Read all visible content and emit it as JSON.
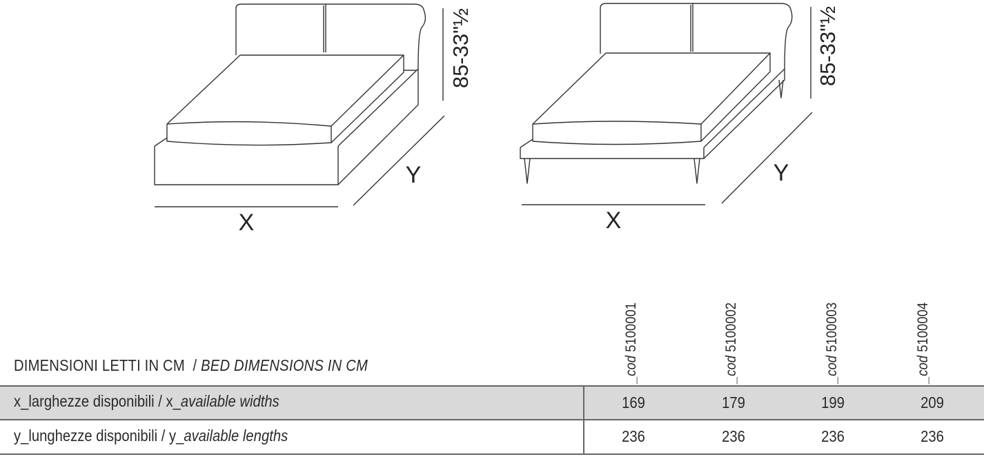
{
  "drawings": {
    "left": {
      "x_label": "X",
      "y_label": "Y",
      "height_label": "85-33\"½"
    },
    "right": {
      "x_label": "X",
      "y_label": "Y",
      "height_label": "85-33\"½"
    }
  },
  "table": {
    "caption_it": "DIMENSIONI LETTI IN CM",
    "caption_sep": "/",
    "caption_en": "BED DIMENSIONS IN CM",
    "codes": [
      {
        "prefix": "_cod",
        "number": "5100001"
      },
      {
        "prefix": "_cod",
        "number": "5100002"
      },
      {
        "prefix": "_cod",
        "number": "5100003"
      },
      {
        "prefix": "_cod",
        "number": "5100004"
      }
    ],
    "rows": [
      {
        "label_it": "x_larghezze disponibili / x_",
        "label_en": "available widths",
        "values": [
          "169",
          "179",
          "199",
          "209"
        ]
      },
      {
        "label_it": "y_lunghezze disponibili / y_",
        "label_en": "available lengths",
        "values": [
          "236",
          "236",
          "236",
          "236"
        ]
      }
    ]
  }
}
